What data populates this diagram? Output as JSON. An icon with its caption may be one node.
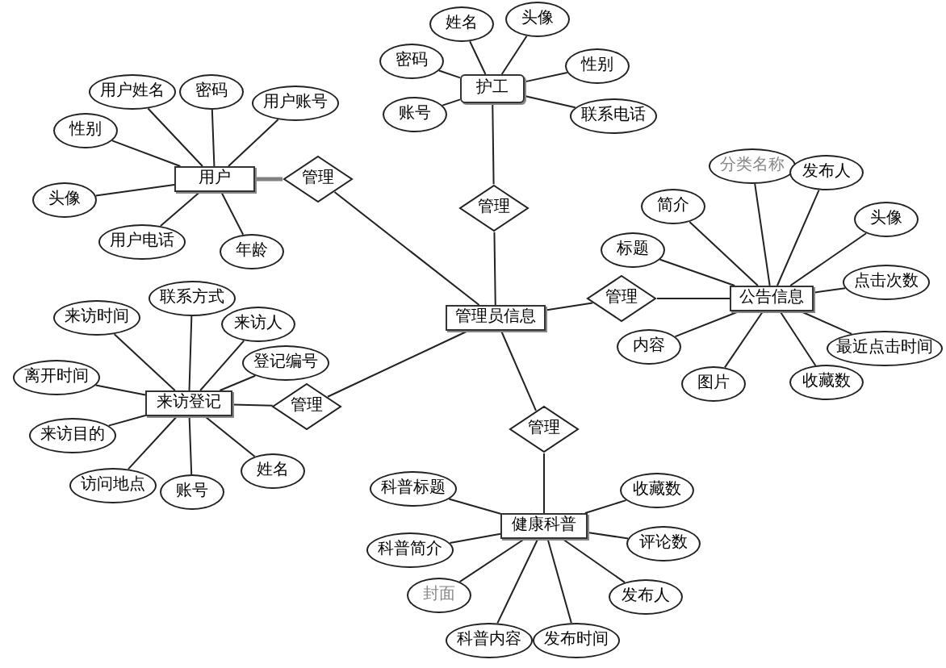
{
  "diagram": {
    "nodes": [
      {
        "text": [
          "用户"
        ]
      },
      {
        "text": [
          "用户姓名"
        ]
      },
      {
        "text": [
          "密码"
        ]
      },
      {
        "text": [
          "用户账号"
        ]
      },
      {
        "text": [
          "性别"
        ]
      },
      {
        "text": [
          "头像"
        ]
      },
      {
        "text": [
          "用户电话"
        ]
      },
      {
        "text": [
          "年龄"
        ]
      },
      {
        "text": [
          "管理"
        ]
      },
      {
        "text": [
          "护工"
        ]
      },
      {
        "text": [
          "姓名"
        ]
      },
      {
        "text": [
          "头像"
        ]
      },
      {
        "text": [
          "密码"
        ]
      },
      {
        "text": [
          "性别"
        ]
      },
      {
        "text": [
          "账号"
        ]
      },
      {
        "text": [
          "联系电话"
        ]
      },
      {
        "text": [
          "管理"
        ]
      },
      {
        "text": [
          "管理员信息"
        ]
      },
      {
        "text": [
          "公告信息"
        ]
      },
      {
        "text": [
          "分类名称"
        ]
      },
      {
        "text": [
          "发布人"
        ]
      },
      {
        "text": [
          "简介"
        ]
      },
      {
        "text": [
          "标题"
        ]
      },
      {
        "text": [
          "头像"
        ]
      },
      {
        "text": [
          "点击次数"
        ]
      },
      {
        "text": [
          "最近点击时间"
        ]
      },
      {
        "text": [
          "内容"
        ]
      },
      {
        "text": [
          "图片"
        ]
      },
      {
        "text": [
          "收藏数"
        ]
      },
      {
        "text": [
          "管理"
        ]
      },
      {
        "text": [
          "来访登记"
        ]
      },
      {
        "text": [
          "来访时间"
        ]
      },
      {
        "text": [
          "联系方式"
        ]
      },
      {
        "text": [
          "来访人"
        ]
      },
      {
        "text": [
          "登记编号"
        ]
      },
      {
        "text": [
          "离开时间"
        ]
      },
      {
        "text": [
          "来访目的"
        ]
      },
      {
        "text": [
          "访问地点"
        ]
      },
      {
        "text": [
          "账号"
        ]
      },
      {
        "text": [
          "姓名"
        ]
      },
      {
        "text": [
          "管理"
        ]
      },
      {
        "text": [
          "健康科普"
        ]
      },
      {
        "text": [
          "科普标题"
        ]
      },
      {
        "text": [
          "科普简介"
        ]
      },
      {
        "text": [
          "封面"
        ]
      },
      {
        "text": [
          "科普内容"
        ]
      },
      {
        "text": [
          "发布时间"
        ]
      },
      {
        "text": [
          "发布人"
        ]
      },
      {
        "text": [
          "评论数"
        ]
      },
      {
        "text": [
          "收藏数"
        ]
      },
      {
        "text": [
          "管理"
        ]
      }
    ],
    "edges": [
      {
        "from": 0,
        "to": 1,
        "arrow": "none"
      },
      {
        "from": 0,
        "to": 2,
        "arrow": "none"
      },
      {
        "from": 0,
        "to": 3,
        "arrow": "none"
      },
      {
        "from": 0,
        "to": 4,
        "arrow": "none"
      },
      {
        "from": 0,
        "to": 5,
        "arrow": "none"
      },
      {
        "from": 0,
        "to": 6,
        "arrow": "none"
      },
      {
        "from": 0,
        "to": 7,
        "arrow": "none"
      },
      {
        "from": 0,
        "to": 8,
        "arrow": "none",
        "style": "thick",
        "color": "#808080"
      },
      {
        "from": 8,
        "to": 17,
        "arrow": "none"
      },
      {
        "from": 9,
        "to": 10,
        "arrow": "none"
      },
      {
        "from": 9,
        "to": 11,
        "arrow": "none"
      },
      {
        "from": 9,
        "to": 12,
        "arrow": "none"
      },
      {
        "from": 9,
        "to": 13,
        "arrow": "none"
      },
      {
        "from": 9,
        "to": 14,
        "arrow": "none"
      },
      {
        "from": 9,
        "to": 15,
        "arrow": "none"
      },
      {
        "from": 9,
        "to": 16,
        "arrow": "none"
      },
      {
        "from": 16,
        "to": 17,
        "arrow": "none"
      },
      {
        "from": 18,
        "to": 19,
        "arrow": "none"
      },
      {
        "from": 18,
        "to": 20,
        "arrow": "none"
      },
      {
        "from": 18,
        "to": 21,
        "arrow": "none"
      },
      {
        "from": 18,
        "to": 22,
        "arrow": "none"
      },
      {
        "from": 18,
        "to": 23,
        "arrow": "none"
      },
      {
        "from": 18,
        "to": 24,
        "arrow": "none"
      },
      {
        "from": 18,
        "to": 25,
        "arrow": "none"
      },
      {
        "from": 18,
        "to": 26,
        "arrow": "none"
      },
      {
        "from": 18,
        "to": 27,
        "arrow": "none"
      },
      {
        "from": 18,
        "to": 28,
        "arrow": "none"
      },
      {
        "from": 18,
        "to": 29,
        "arrow": "none"
      },
      {
        "from": 29,
        "to": 17,
        "arrow": "none"
      },
      {
        "from": 30,
        "to": 31,
        "arrow": "none"
      },
      {
        "from": 30,
        "to": 32,
        "arrow": "none"
      },
      {
        "from": 30,
        "to": 33,
        "arrow": "none"
      },
      {
        "from": 30,
        "to": 34,
        "arrow": "none"
      },
      {
        "from": 30,
        "to": 35,
        "arrow": "none"
      },
      {
        "from": 30,
        "to": 36,
        "arrow": "none"
      },
      {
        "from": 30,
        "to": 37,
        "arrow": "none"
      },
      {
        "from": 30,
        "to": 38,
        "arrow": "none"
      },
      {
        "from": 30,
        "to": 39,
        "arrow": "none"
      },
      {
        "from": 30,
        "to": 40,
        "arrow": "none"
      },
      {
        "from": 40,
        "to": 17,
        "arrow": "none"
      },
      {
        "from": 41,
        "to": 42,
        "arrow": "none"
      },
      {
        "from": 41,
        "to": 43,
        "arrow": "none"
      },
      {
        "from": 41,
        "to": 44,
        "arrow": "none"
      },
      {
        "from": 41,
        "to": 45,
        "arrow": "none"
      },
      {
        "from": 41,
        "to": 46,
        "arrow": "none"
      },
      {
        "from": 41,
        "to": 47,
        "arrow": "none"
      },
      {
        "from": 41,
        "to": 48,
        "arrow": "none"
      },
      {
        "from": 41,
        "to": 49,
        "arrow": "none"
      },
      {
        "from": 41,
        "to": 50,
        "arrow": "none"
      },
      {
        "from": 50,
        "to": 17,
        "arrow": "none"
      }
    ]
  }
}
